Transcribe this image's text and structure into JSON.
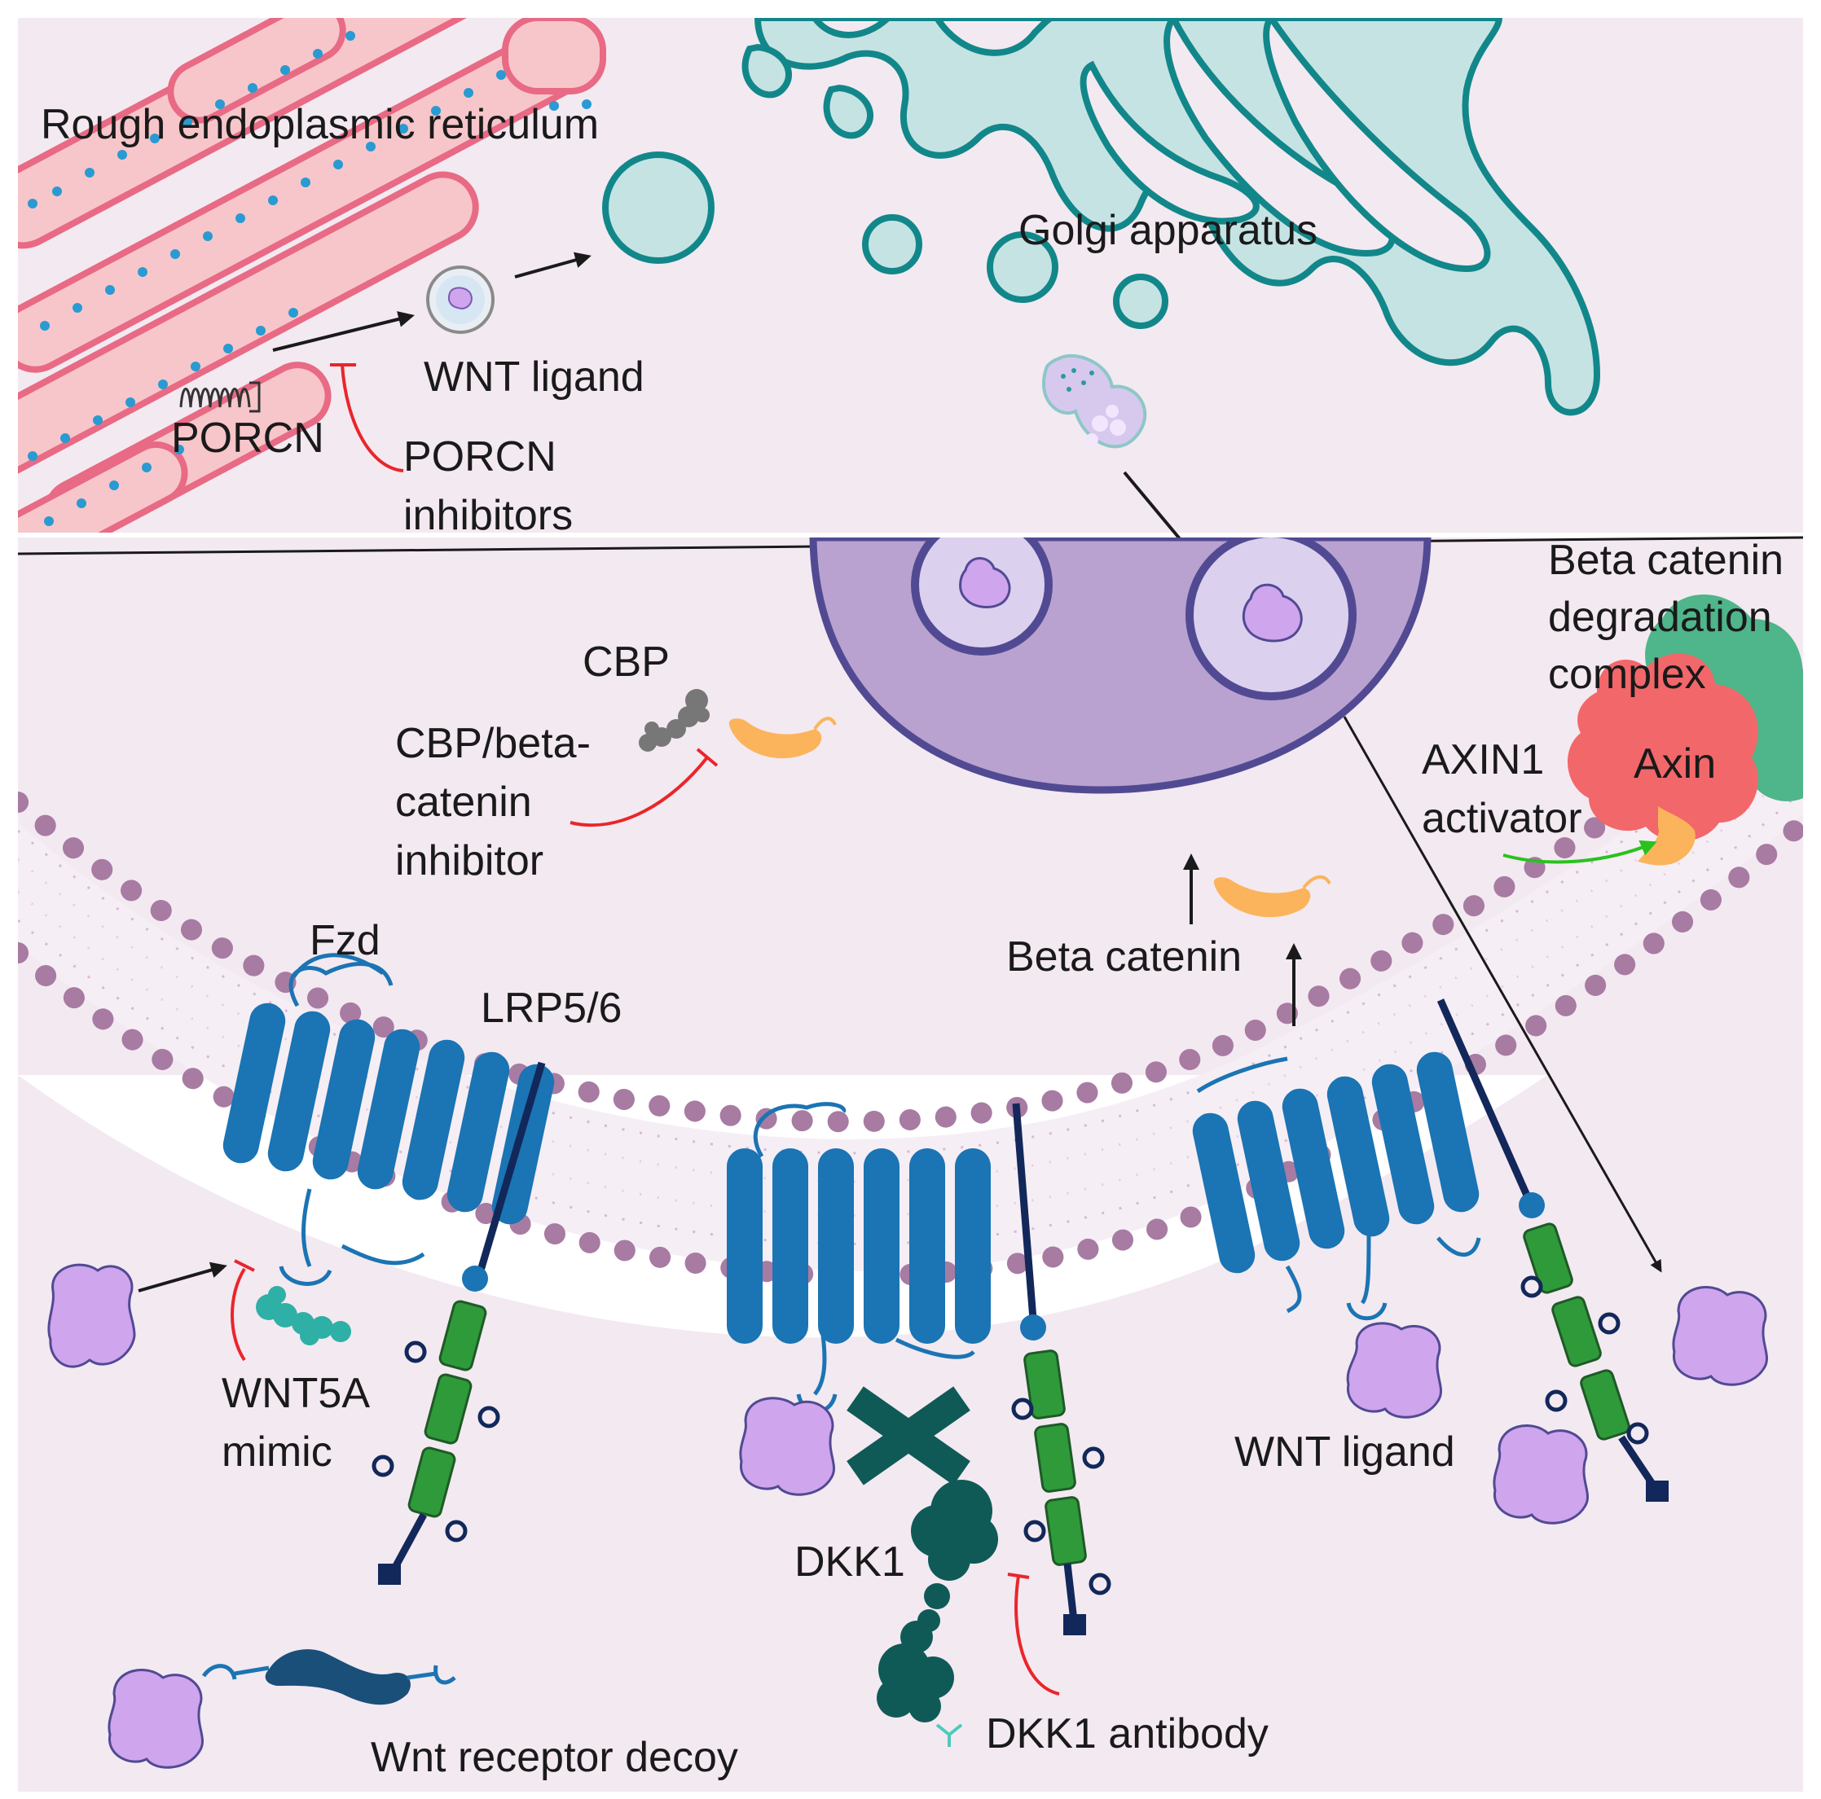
{
  "labels": {
    "rough_er": "Rough endoplasmic reticulum",
    "golgi": "Golgi apparatus",
    "wnt_ligand_top": "WNT ligand",
    "porcn": "PORCN",
    "porcn_inhibitors_1": "PORCN",
    "porcn_inhibitors_2": "inhibitors",
    "cbp": "CBP",
    "cbp_inhibitor_1": "CBP/beta-",
    "cbp_inhibitor_2": "catenin",
    "cbp_inhibitor_3": "inhibitor",
    "degradation_1": "Beta catenin",
    "degradation_2": "degradation",
    "degradation_3": "complex",
    "axin": "Axin",
    "axin1_activator_1": "AXIN1",
    "axin1_activator_2": "activator",
    "beta_catenin": "Beta catenin",
    "fzd": "Fzd",
    "lrp": "LRP5/6",
    "wnt5a_1": "WNT5A",
    "wnt5a_2": "mimic",
    "dkk1": "DKK1",
    "dkk1_antibody": "DKK1 antibody",
    "wnt_ligand_bottom": "WNT ligand",
    "decoy": "Wnt receptor decoy"
  },
  "colors": {
    "cytoplasm": "#f3e9f1",
    "er_fill": "#f7c6ca",
    "er_stroke": "#e86a84",
    "ribosome": "#2a9ad2",
    "golgi_fill": "#c6e3e4",
    "golgi_stroke": "#12878a",
    "nucleus_fill": "#b9a2d0",
    "nucleus_stroke": "#514a93",
    "wnt_ligand": "#cfa5ee",
    "receptor_blue": "#1b74b3",
    "lrp_navy": "#12285a",
    "lrp_green": "#2f9a3a",
    "beta_catenin": "#fbb45c",
    "membrane_head": "#a87ba3",
    "inhibit_red": "#e9262b",
    "activate_green": "#29c21e",
    "dkk1": "#0f5a57",
    "axin_red": "#f2676a",
    "complex_green": "#4fb58a"
  }
}
